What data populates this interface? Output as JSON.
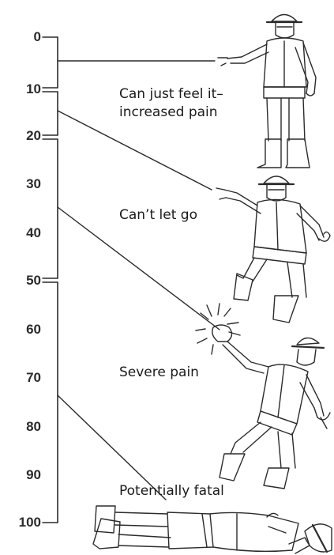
{
  "scale": {
    "ticks": [
      "0",
      "10",
      "20",
      "30",
      "40",
      "50",
      "60",
      "70",
      "80",
      "90",
      "100"
    ]
  },
  "levels": [
    {
      "text_lines": [
        "Can just feel it–",
        "increased pain"
      ],
      "figure": "worker-pointing-standing"
    },
    {
      "text_lines": [
        "Can’t let go"
      ],
      "figure": "worker-gripping-stiff"
    },
    {
      "text_lines": [
        "Severe pain"
      ],
      "figure": "worker-shocked-falling"
    },
    {
      "text_lines": [
        "Potentially fatal"
      ],
      "figure": "worker-lying-down"
    }
  ],
  "colors": {
    "ink": "#1a1a1a",
    "line": "#2b2b2b"
  }
}
